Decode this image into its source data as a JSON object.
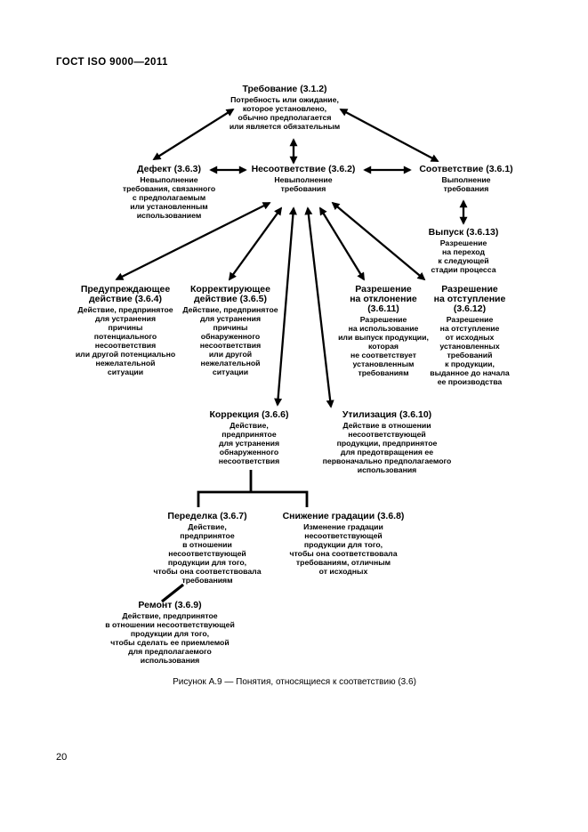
{
  "page": {
    "header": "ГОСТ ISO 9000—2011",
    "page_number": "20",
    "caption": "Рисунок А.9 — Понятия, относящиеся к соответствию (3.6)"
  },
  "diagram": {
    "nodes": [
      {
        "id": "requirement",
        "title": "Требование (3.1.2)",
        "body": "Потребность или ожидание,\nкоторое установлено,\nобычно предполагается\nили является обязательным"
      },
      {
        "id": "defect",
        "title": "Дефект (3.6.3)",
        "body": "Невыполнение\nтребования, связанного\nс предполагаемым\nили установленным\nиспользованием"
      },
      {
        "id": "nonconformity",
        "title": "Несоответствие (3.6.2)",
        "body": "Невыполнение\nтребования"
      },
      {
        "id": "conformity",
        "title": "Соответствие (3.6.1)",
        "body": "Выполнение\nтребования"
      },
      {
        "id": "release",
        "title": "Выпуск (3.6.13)",
        "body": "Разрешение\nна переход\nк следующей\nстадии процесса"
      },
      {
        "id": "preventive-action",
        "title": "Предупреждающее\nдействие (3.6.4)",
        "body": "Действие, предпринятое\nдля устранения\nпричины\nпотенциального\nнесоответствия\nили другой потенциально\nнежелательной\nситуации"
      },
      {
        "id": "corrective-action",
        "title": "Корректирующее\nдействие (3.6.5)",
        "body": "Действие, предпринятое\nдля устранения\nпричины\nобнаруженного\nнесоответствия\nили другой\nнежелательной\nситуации"
      },
      {
        "id": "concession",
        "title": "Разрешение\nна отклонение\n(3.6.11)",
        "body": "Разрешение\nна использование\nили выпуск продукции,\nкоторая\nне соответствует\nустановленным\nтребованиям"
      },
      {
        "id": "deviation-permit",
        "title": "Разрешение\nна отступление\n(3.6.12)",
        "body": "Разрешение\nна отступление\nот исходных\nустановленных\nтребований\nк продукции,\nвыданное до начала\nее производства"
      },
      {
        "id": "correction",
        "title": "Коррекция (3.6.6)",
        "body": "Действие,\nпредпринятое\nдля устранения\nобнаруженного\nнесоответствия"
      },
      {
        "id": "scrap",
        "title": "Утилизация (3.6.10)",
        "body": "Действие в отношении\nнесоответствующей\nпродукции, предпринятое\nдля предотвращения ее\nпервоначально предполагаемого\nиспользования"
      },
      {
        "id": "rework",
        "title": "Переделка (3.6.7)",
        "body": "Действие,\nпредпринятое\nв отношении\nнесоответствующей\nпродукции для того,\nчтобы она соответствовала\nтребованиям"
      },
      {
        "id": "regrade",
        "title": "Снижение градации (3.6.8)",
        "body": "Изменение градации\nнесоответствующей\nпродукции для того,\nчтобы она соответствовала\nтребованиям, отличным\nот исходных"
      },
      {
        "id": "repair",
        "title": "Ремонт (3.6.9)",
        "body": "Действие, предпринятое\nв отношении несоответствующей\nпродукции для того,\nчтобы сделать ее приемлемой\nдля предполагаемого\nиспользования"
      }
    ],
    "connections": [
      {
        "from": "Требование (3.1.2)",
        "to": "Дефект (3.6.3)",
        "type": "double-arrow"
      },
      {
        "from": "Требование (3.1.2)",
        "to": "Несоответствие (3.6.2)",
        "type": "double-arrow"
      },
      {
        "from": "Требование (3.1.2)",
        "to": "Соответствие (3.6.1)",
        "type": "double-arrow"
      },
      {
        "from": "Дефект (3.6.3)",
        "to": "Несоответствие (3.6.2)",
        "type": "double-arrow"
      },
      {
        "from": "Несоответствие (3.6.2)",
        "to": "Соответствие (3.6.1)",
        "type": "double-arrow"
      },
      {
        "from": "Соответствие (3.6.1)",
        "to": "Выпуск (3.6.13)",
        "type": "double-arrow"
      },
      {
        "from": "Несоответствие (3.6.2)",
        "to": "Предупреждающее действие (3.6.4)",
        "type": "double-arrow"
      },
      {
        "from": "Несоответствие (3.6.2)",
        "to": "Корректирующее действие (3.6.5)",
        "type": "double-arrow"
      },
      {
        "from": "Несоответствие (3.6.2)",
        "to": "Коррекция (3.6.6)",
        "type": "double-arrow"
      },
      {
        "from": "Несоответствие (3.6.2)",
        "to": "Утилизация (3.6.10)",
        "type": "double-arrow"
      },
      {
        "from": "Несоответствие (3.6.2)",
        "to": "Разрешение на отклонение (3.6.11)",
        "type": "double-arrow"
      },
      {
        "from": "Несоответствие (3.6.2)",
        "to": "Разрешение на отступление (3.6.12)",
        "type": "double-arrow"
      },
      {
        "from": "Коррекция (3.6.6)",
        "to": "Переделка (3.6.7)",
        "type": "line"
      },
      {
        "from": "Коррекция (3.6.6)",
        "to": "Снижение градации (3.6.8)",
        "type": "line"
      },
      {
        "from": "Переделка (3.6.7)",
        "to": "Ремонт (3.6.9)",
        "type": "line"
      }
    ]
  }
}
